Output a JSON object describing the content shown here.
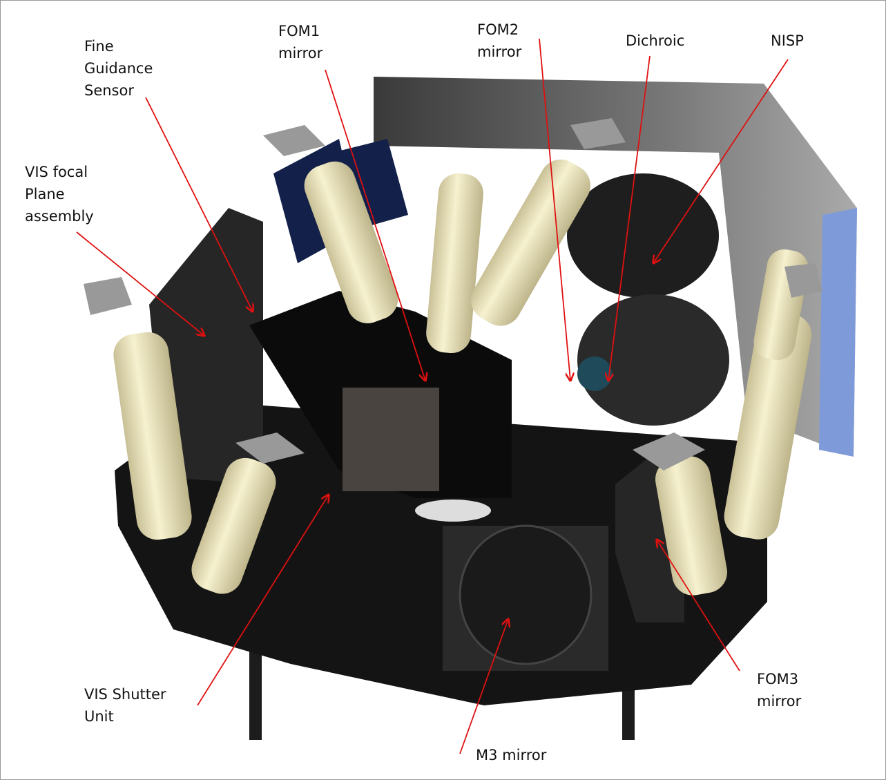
{
  "title": "Euclid payload module components",
  "labels": {
    "fgs": "Fine\nGuidance\nSensor",
    "vis_fpa": "VIS focal\nPlane\nassembly",
    "fom1": "FOM1\nmirror",
    "fom2": "FOM2\nmirror",
    "dichroic": "Dichroic",
    "nisp": "NISP",
    "vis_shutter": "VIS Shutter\nUnit",
    "m3": "M3 mirror",
    "fom3": "FOM3\nmirror"
  },
  "colors": {
    "arrow": "#e01010",
    "strut": "#efe8bc",
    "body": "#121212"
  }
}
